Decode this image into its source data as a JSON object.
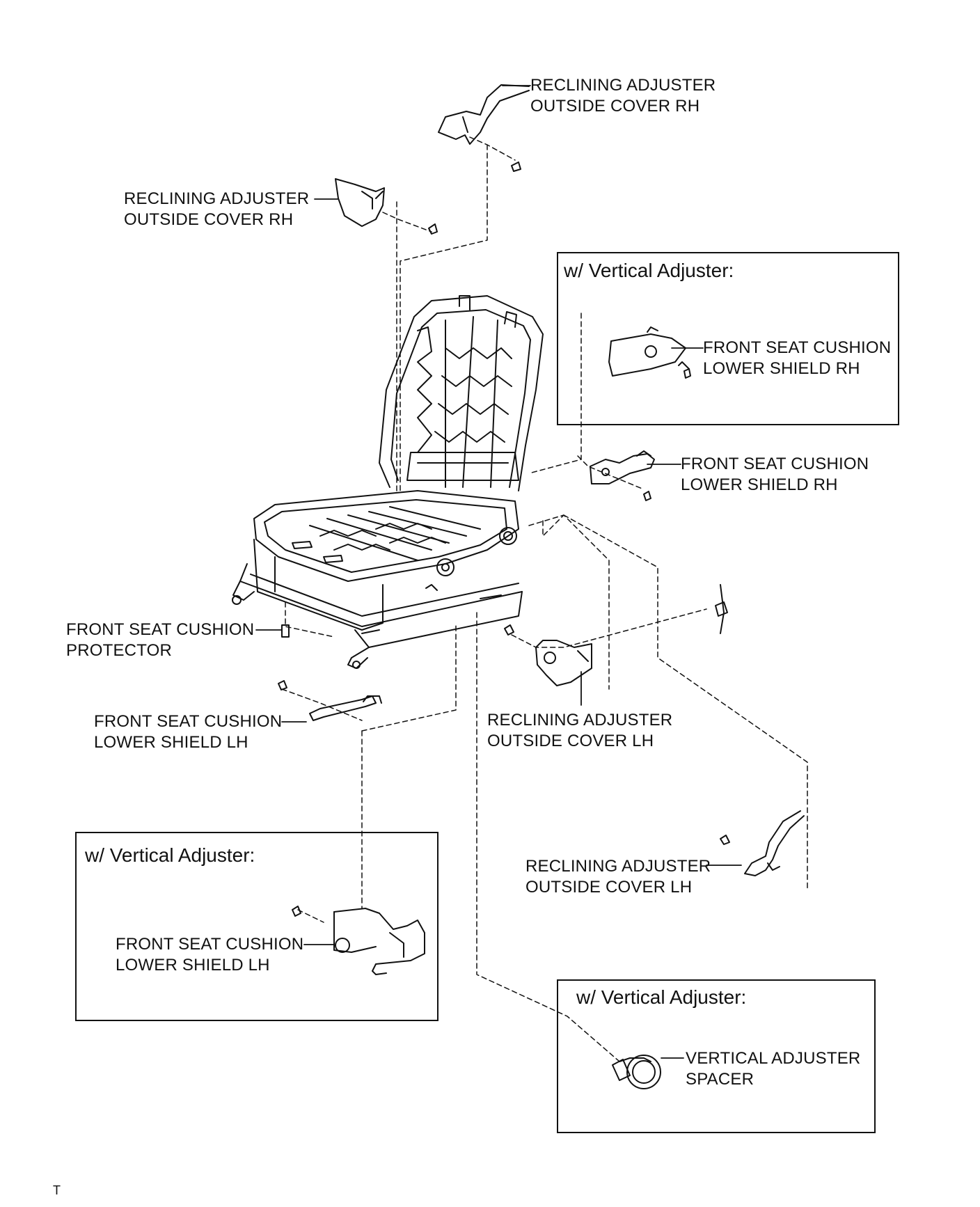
{
  "labels": {
    "reclining_rh_top": [
      "RECLINING ADJUSTER",
      "OUTSIDE COVER RH"
    ],
    "reclining_rh_left": [
      "RECLINING ADJUSTER",
      "OUTSIDE COVER RH"
    ],
    "lower_shield_rh_box": [
      "FRONT SEAT CUSHION",
      "LOWER SHIELD RH"
    ],
    "lower_shield_rh": [
      "FRONT SEAT CUSHION",
      "LOWER SHIELD RH"
    ],
    "protector": [
      "FRONT SEAT CUSHION",
      "PROTECTOR"
    ],
    "lower_shield_lh": [
      "FRONT SEAT CUSHION",
      "LOWER SHIELD LH"
    ],
    "reclining_lh_center": [
      "RECLINING ADJUSTER",
      "OUTSIDE COVER LH"
    ],
    "reclining_lh_right": [
      "RECLINING ADJUSTER",
      "OUTSIDE COVER LH"
    ],
    "lower_shield_lh_box": [
      "FRONT SEAT CUSHION",
      "LOWER SHIELD LH"
    ],
    "vertical_spacer": [
      "VERTICAL ADJUSTER",
      "SPACER"
    ]
  },
  "boxes": {
    "top_right_title": "w/ Vertical Adjuster:",
    "bottom_left_title": "w/ Vertical Adjuster:",
    "bottom_right_title": "w/ Vertical Adjuster:"
  },
  "reference_code": "T"
}
